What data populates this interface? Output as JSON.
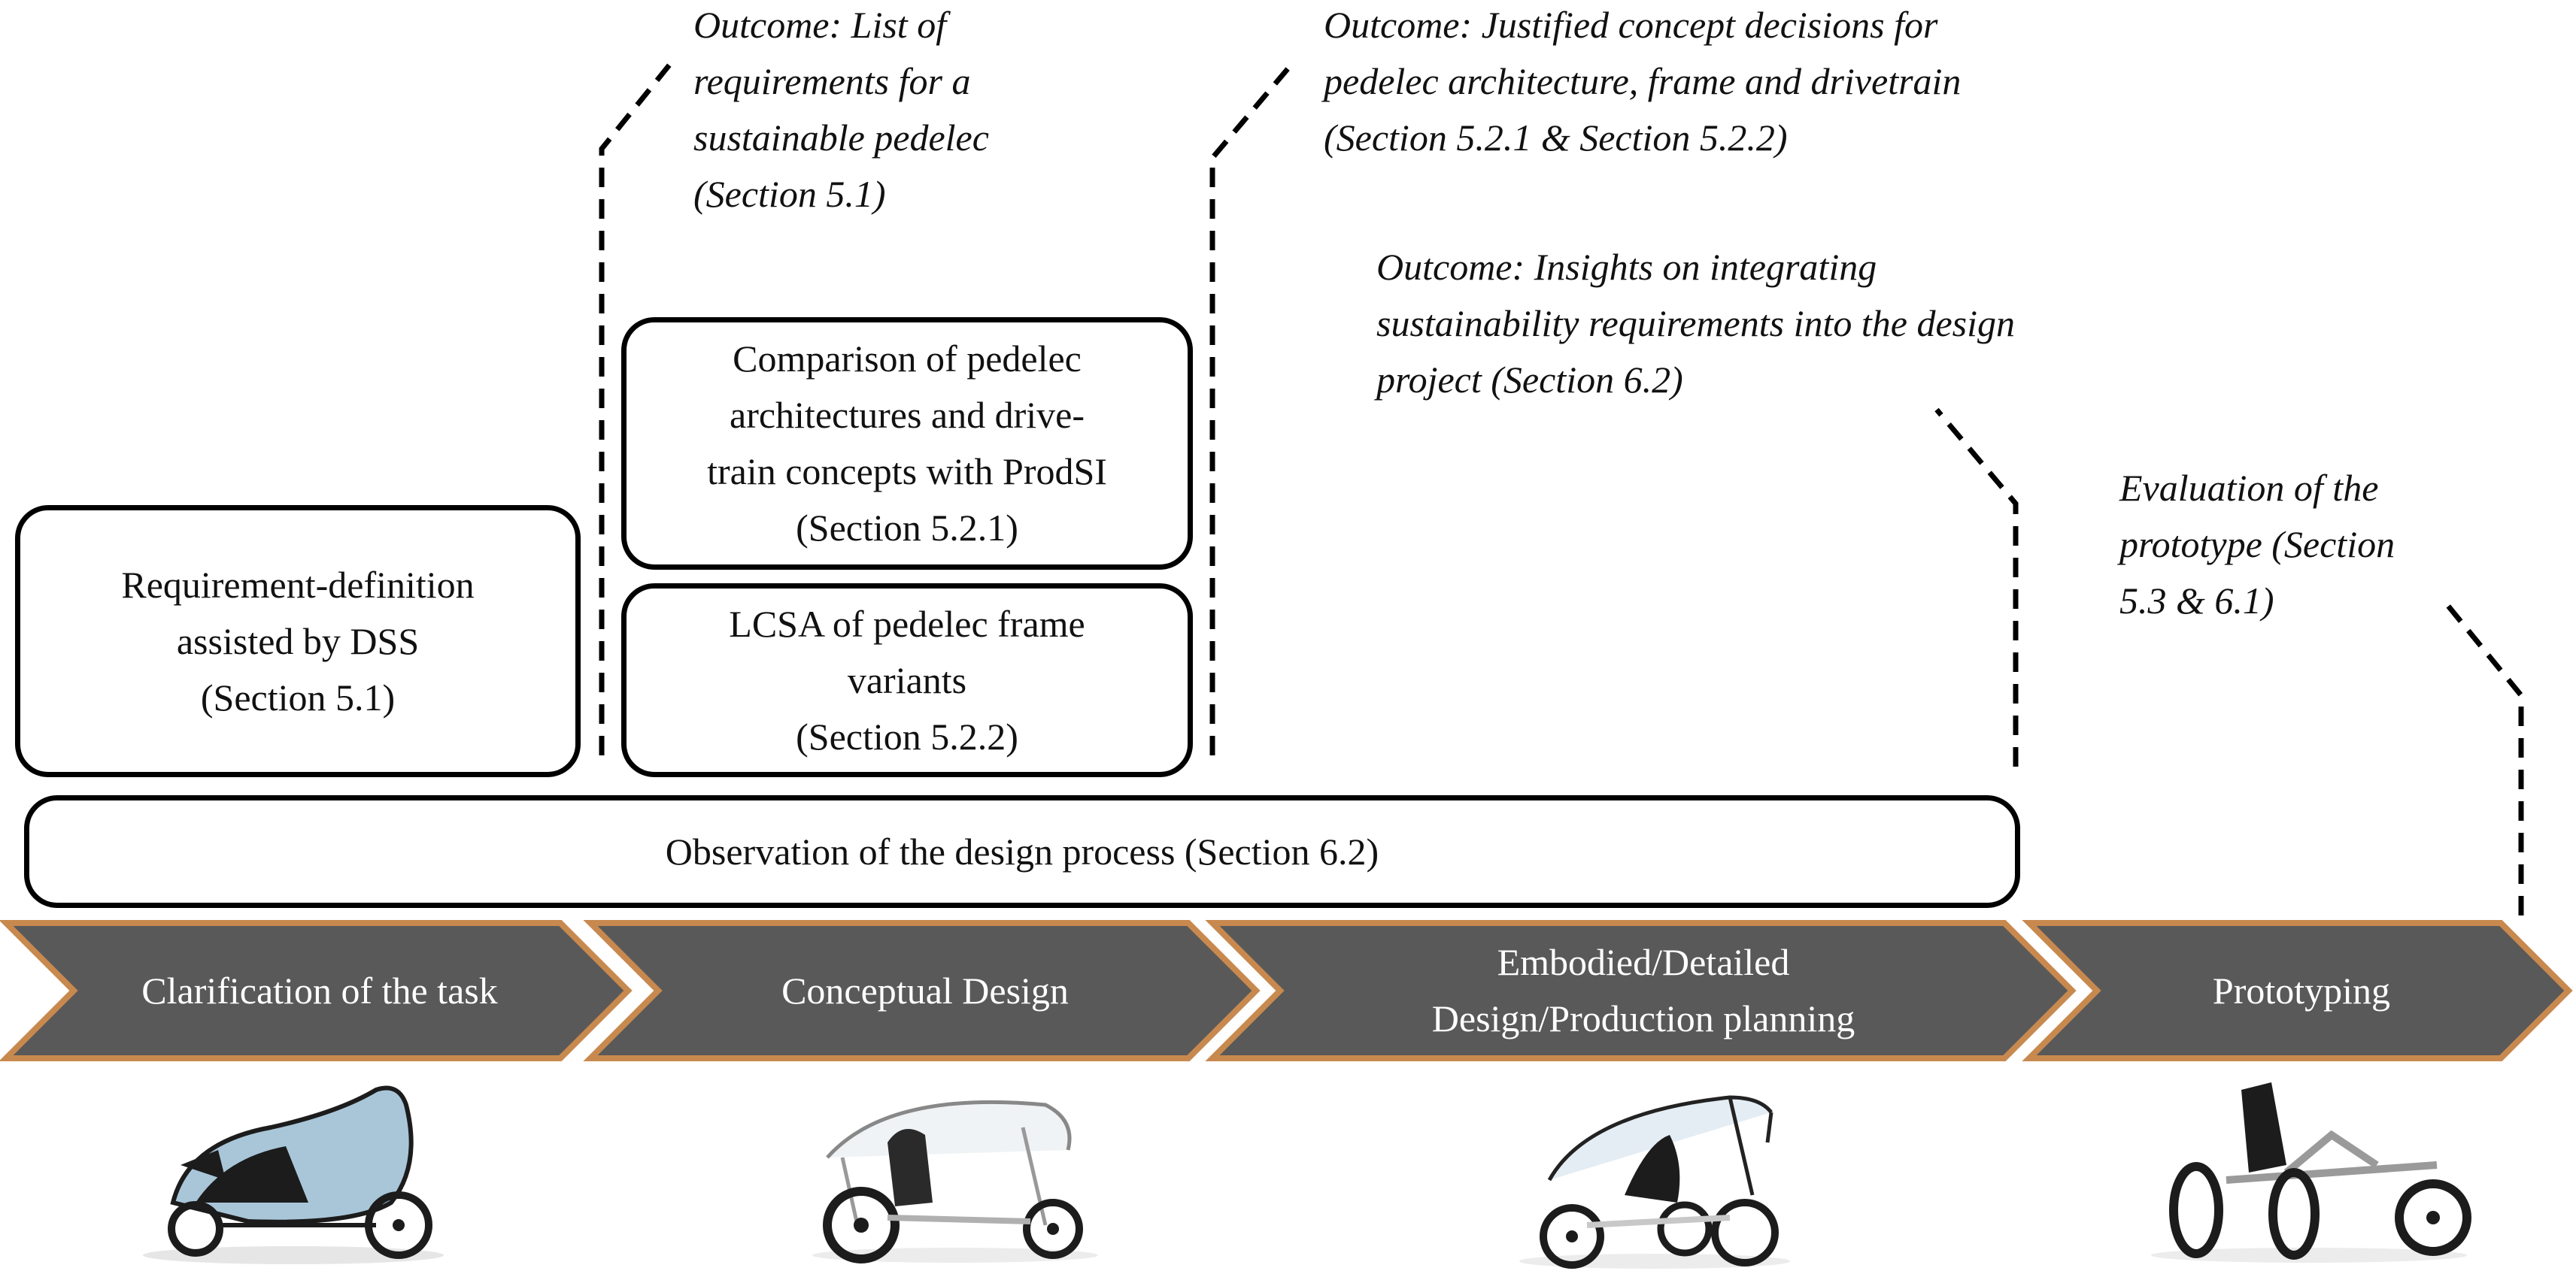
{
  "colors": {
    "chevron_fill": "#595959",
    "chevron_border": "#c8894f",
    "box_border": "#000000",
    "vehicle_dark": "#1c1c1c",
    "vehicle_body_blue": "#a9c6d9"
  },
  "outcomes": {
    "requirements": "Outcome: List of\nrequirements for a\nsustainable pedelec\n(Section 5.1)",
    "concept": "Outcome: Justified concept decisions for\npedelec architecture, frame and drivetrain\n(Section 5.2.1 & Section 5.2.2)",
    "insights": "Outcome: Insights on integrating\nsustainability requirements into the design\nproject (Section 6.2)",
    "evaluation": "Evaluation of the\nprototype  (Section\n5.3 & 6.1)"
  },
  "boxes": {
    "requirement_definition": "Requirement-definition\nassisted by DSS\n(Section 5.1)",
    "comparison": "Comparison of pedelec\narchitectures and drive-\ntrain concepts with ProdSI\n(Section 5.2.1)",
    "lcsa": "LCSA of pedelec frame\nvariants\n(Section 5.2.2)",
    "observation": "Observation of the design process (Section 6.2)"
  },
  "stages": [
    {
      "label": "Clarification of the task"
    },
    {
      "label": "Conceptual Design"
    },
    {
      "label": "Embodied/Detailed\nDesign/Production planning"
    },
    {
      "label": "Prototyping"
    }
  ],
  "vehicles": [
    {
      "icon": "enclosed-recumbent-trike-icon"
    },
    {
      "icon": "canopy-trike-concept-icon"
    },
    {
      "icon": "canopy-trike-render-icon"
    },
    {
      "icon": "recumbent-trike-prototype-icon"
    }
  ]
}
